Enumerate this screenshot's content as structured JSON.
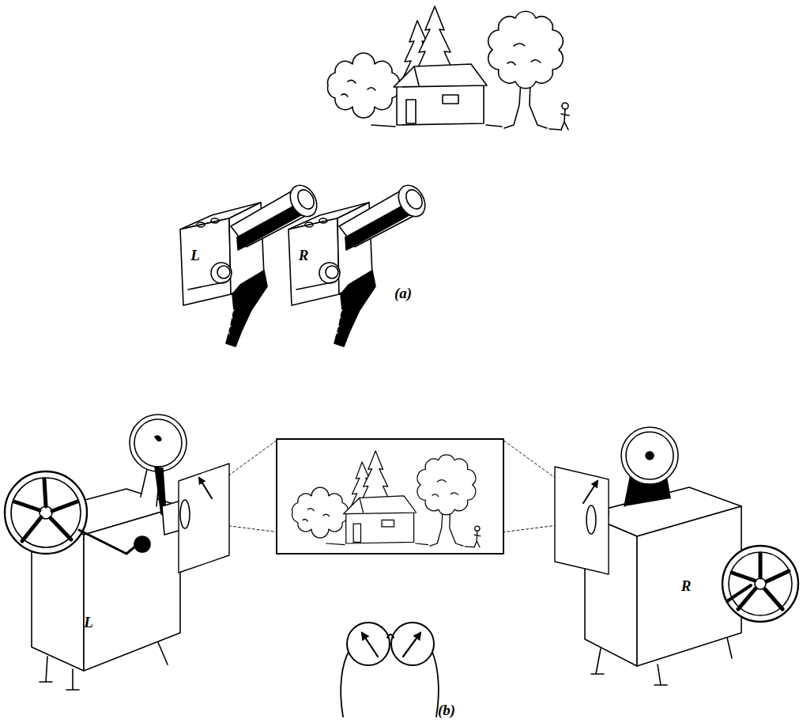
{
  "diagram": {
    "labels": [
      "L",
      "R",
      "(a)",
      "L",
      "R",
      "(b)"
    ]
  }
}
